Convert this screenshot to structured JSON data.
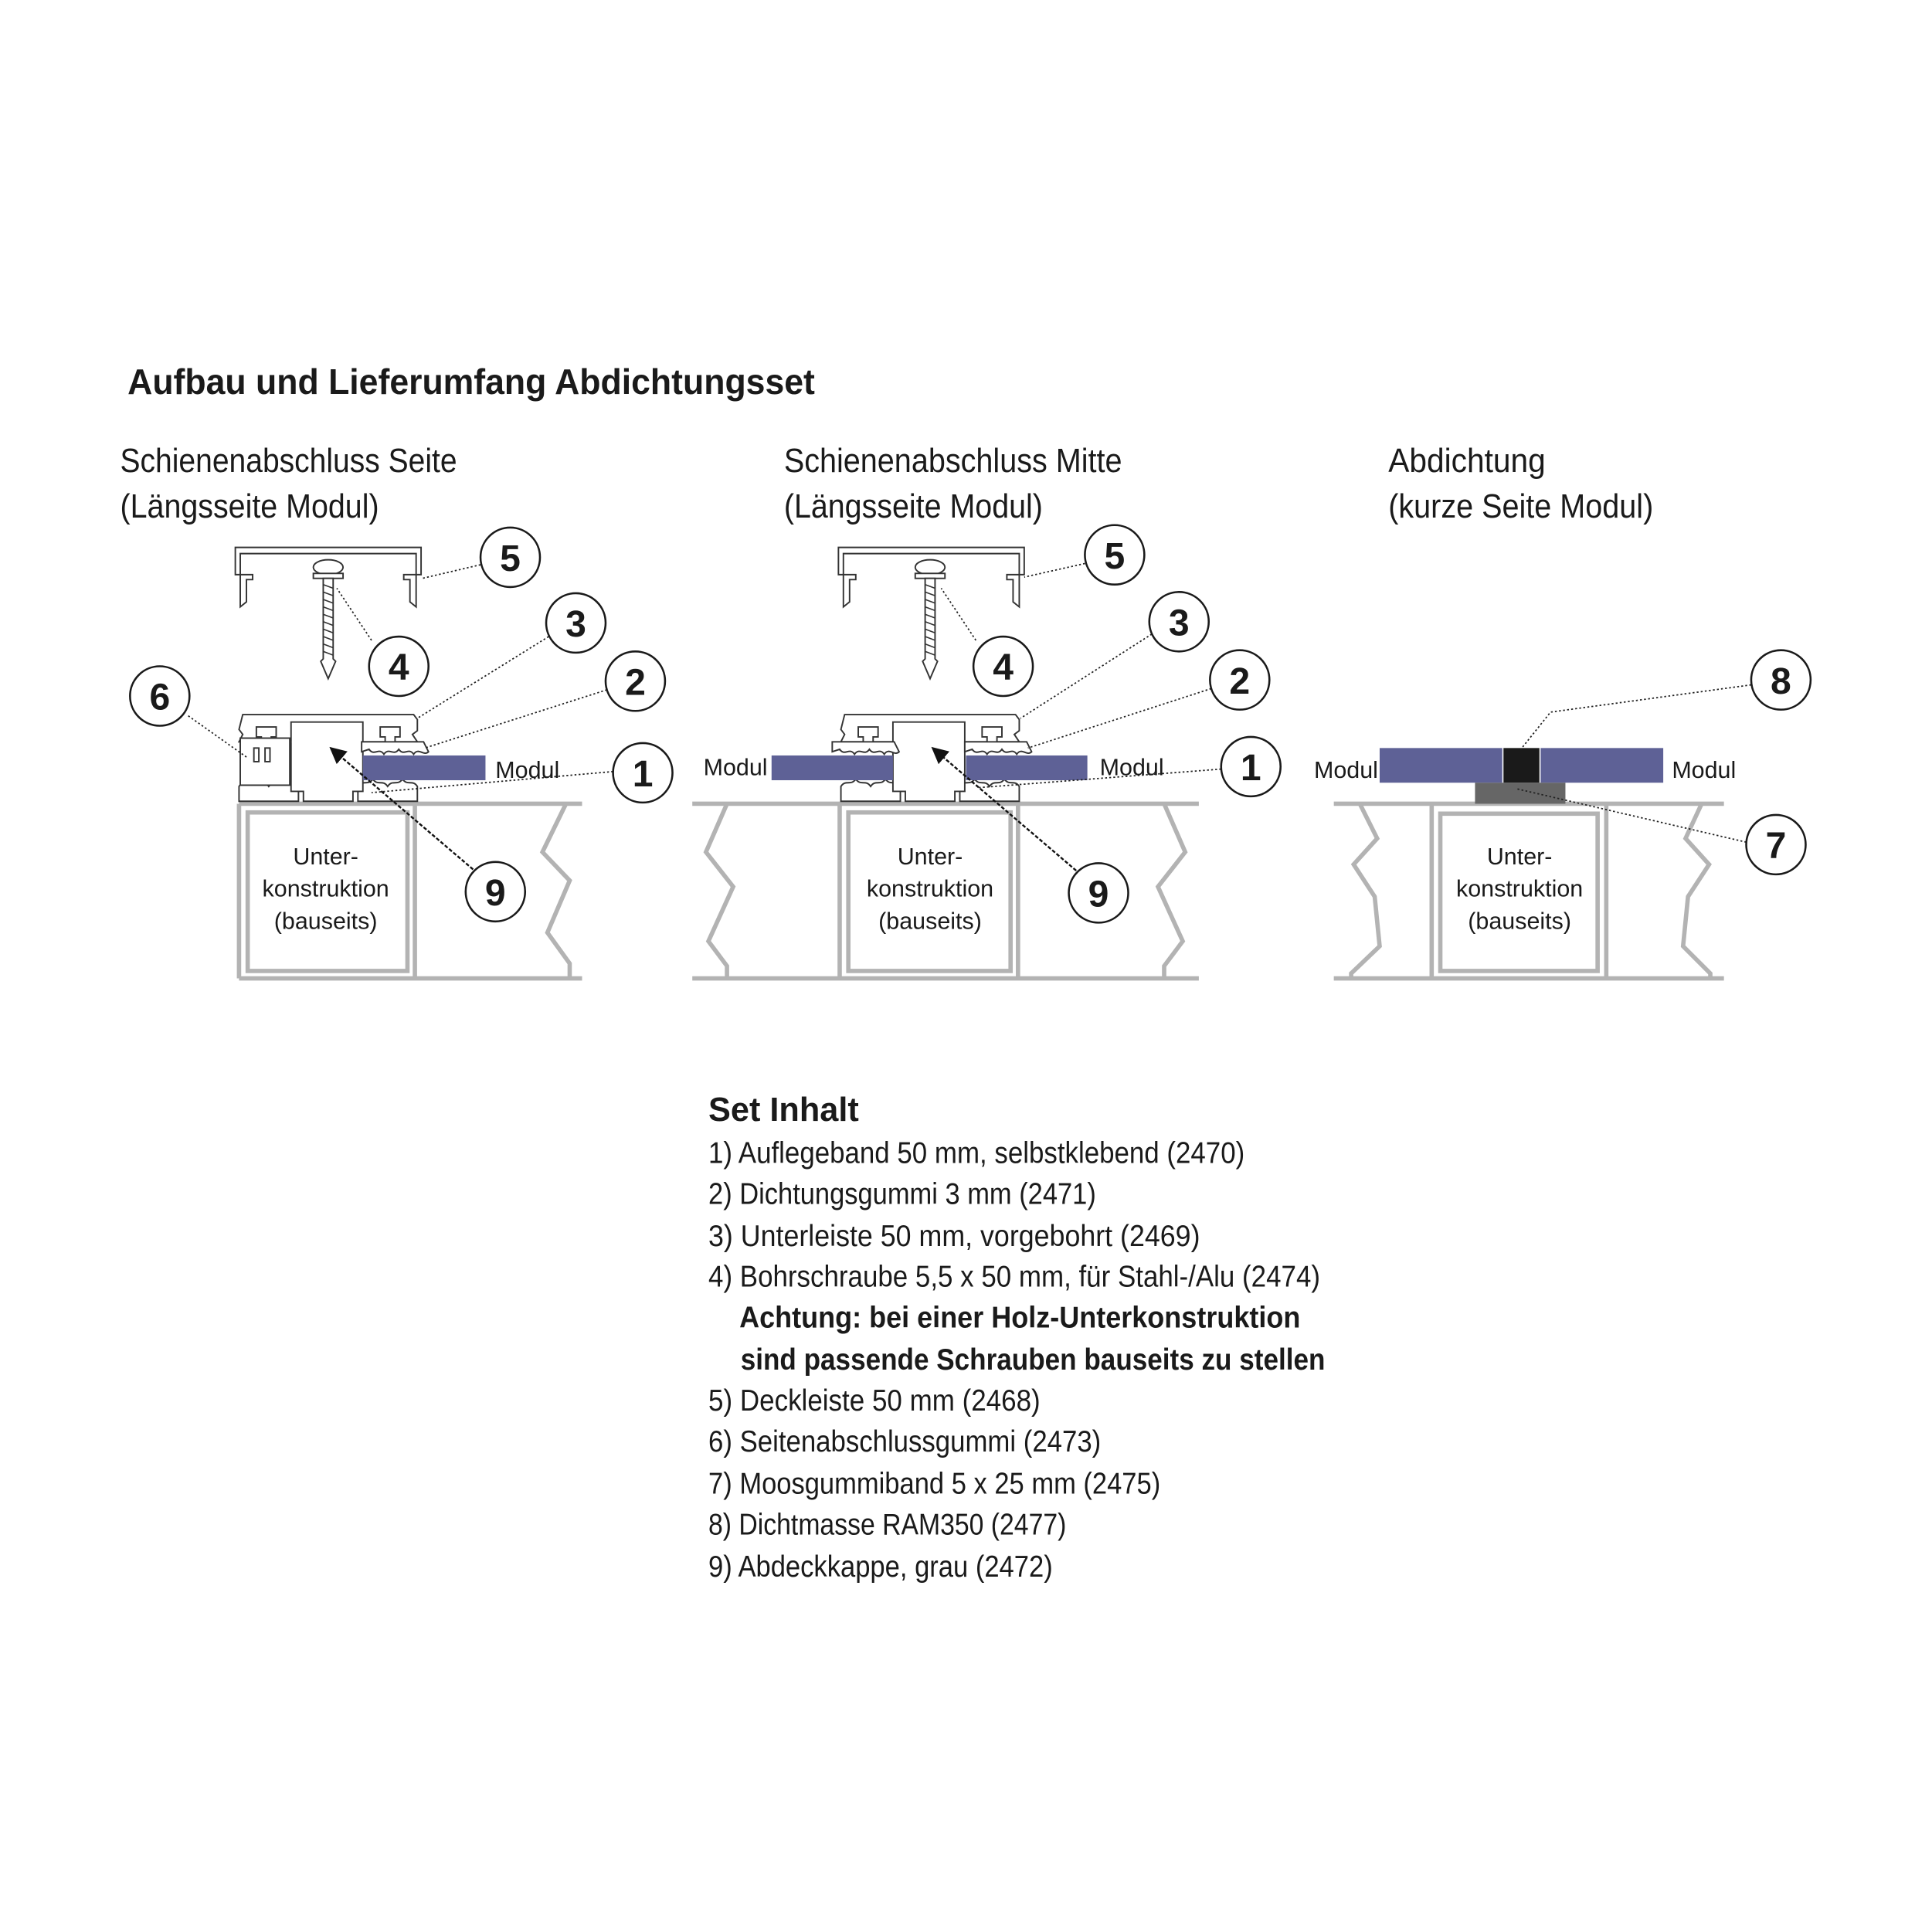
{
  "title": "Aufbau und Lieferumfang Abdichtungsset",
  "sections": [
    {
      "line1": "Schienenabschluss Seite",
      "line2": "(Längsseite Modul)"
    },
    {
      "line1": "Schienenabschluss Mitte",
      "line2": "(Längsseite Modul)"
    },
    {
      "line1": "Abdichtung",
      "line2": "(kurze Seite Modul)"
    }
  ],
  "labels": {
    "modul": "Modul",
    "sub1": "Unter-",
    "sub2": "konstruktion",
    "sub3": "(bauseits)"
  },
  "callouts": [
    "1",
    "2",
    "3",
    "4",
    "5",
    "6",
    "7",
    "8",
    "9"
  ],
  "colors": {
    "module": "#5e6196",
    "sealant": "#1a1a1a",
    "foam_tape": "#666666",
    "substructure": "#b3b3b3"
  },
  "set": {
    "heading": "Set Inhalt",
    "items": [
      "1) Auflegeband 50 mm, selbstklebend (2470)",
      "2) Dichtungsgummi 3 mm (2471)",
      "3) Unterleiste 50 mm, vorgebohrt (2469)",
      "4) Bohrschraube 5,5 x 50 mm, für Stahl-/Alu (2474)",
      "Achtung: bei einer Holz-Unterkonstruktion",
      "sind passende Schrauben bauseits zu stellen",
      "5) Deckleiste 50 mm (2468)",
      "6) Seitenabschlussgummi (2473)",
      "7) Moosgummiband 5 x 25 mm (2475)",
      "8) Dichtmasse RAM350 (2477)",
      "9) Abdeckkappe, grau (2472)"
    ]
  }
}
